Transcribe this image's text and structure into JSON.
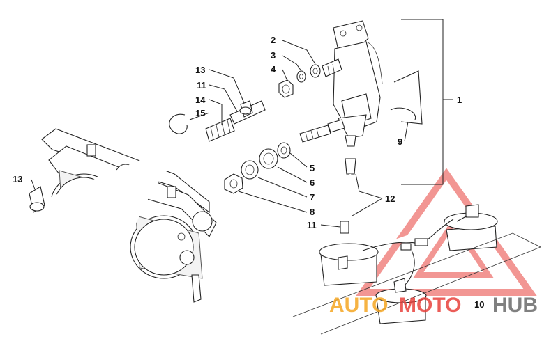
{
  "callouts": {
    "c1": "1",
    "c2": "2",
    "c3": "3",
    "c4": "4",
    "c5": "5",
    "c6": "6",
    "c7": "7",
    "c8": "8",
    "c9": "9",
    "c10": "10",
    "c11a": "11",
    "c11b": "11",
    "c12": "12",
    "c13a": "13",
    "c13b": "13",
    "c14": "14",
    "c15": "15"
  },
  "watermark": {
    "part1": "AUTO",
    "part2": "MOTO",
    "part3": "HUB",
    "color_orange": "#f5a623",
    "color_red": "#e8413c",
    "color_gray": "#6b6b6b"
  }
}
